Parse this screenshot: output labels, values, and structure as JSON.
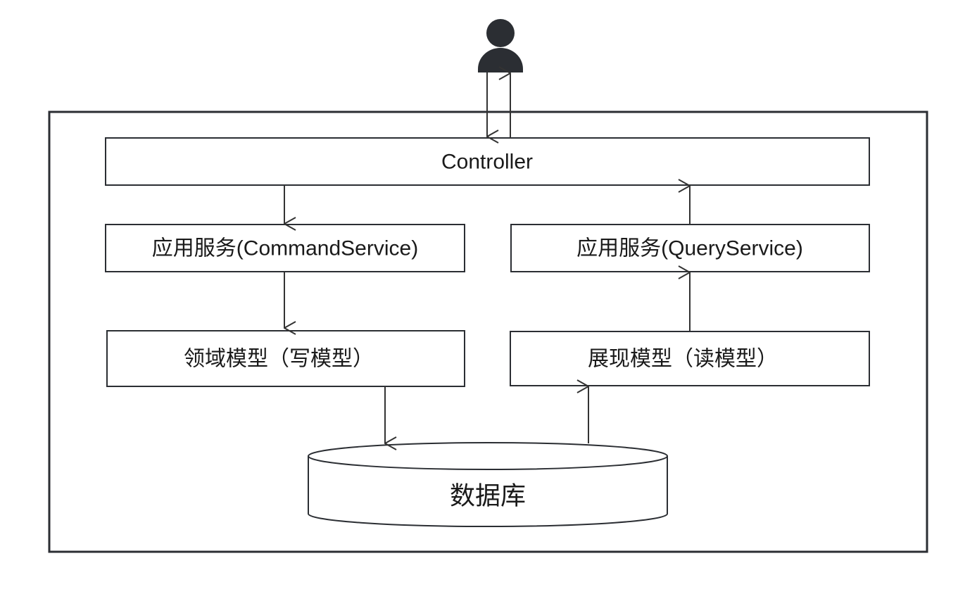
{
  "diagram": {
    "actor_icon": "person-icon",
    "outer_frame": "system-boundary",
    "nodes": {
      "controller": "Controller",
      "command_service": "应用服务(CommandService)",
      "query_service": "应用服务(QueryService)",
      "write_model": "领域模型（写模型）",
      "read_model": "展现模型（读模型）",
      "database": "数据库"
    },
    "edges": [
      {
        "from": "user",
        "to": "controller"
      },
      {
        "from": "controller",
        "to": "user"
      },
      {
        "from": "controller",
        "to": "command_service"
      },
      {
        "from": "command_service",
        "to": "write_model"
      },
      {
        "from": "write_model",
        "to": "database"
      },
      {
        "from": "database",
        "to": "read_model"
      },
      {
        "from": "read_model",
        "to": "query_service"
      },
      {
        "from": "query_service",
        "to": "controller"
      }
    ],
    "colors": {
      "stroke": "#2b2e33",
      "icon": "#2b2e33"
    }
  }
}
